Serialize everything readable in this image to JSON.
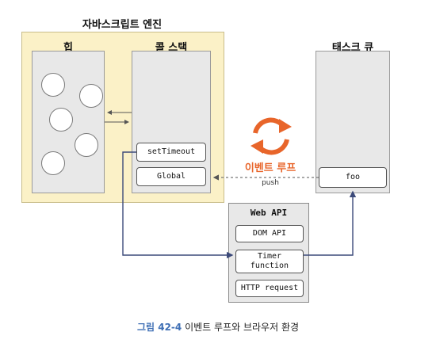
{
  "engine": {
    "title": "자바스크립트 엔진"
  },
  "heap": {
    "title": "힙"
  },
  "call_stack": {
    "title": "콜 스택",
    "frames": [
      "setTimeout",
      "Global"
    ]
  },
  "task_queue": {
    "title": "태스크 큐",
    "items": [
      "foo"
    ]
  },
  "event_loop": {
    "label": "이벤트 루프",
    "sub_label": "push"
  },
  "web_api": {
    "title": "Web API",
    "items": [
      "DOM API",
      "Timer\nfunction",
      "HTTP request"
    ]
  },
  "caption": {
    "figure": "그림 42-4",
    "text": "이벤트 루프와 브라우저 환경"
  },
  "colors": {
    "engine_bg": "#fbf1c7",
    "event_loop": "#e8652a",
    "arrow": "#3c4a7a",
    "caption_accent": "#3f6fb5"
  }
}
